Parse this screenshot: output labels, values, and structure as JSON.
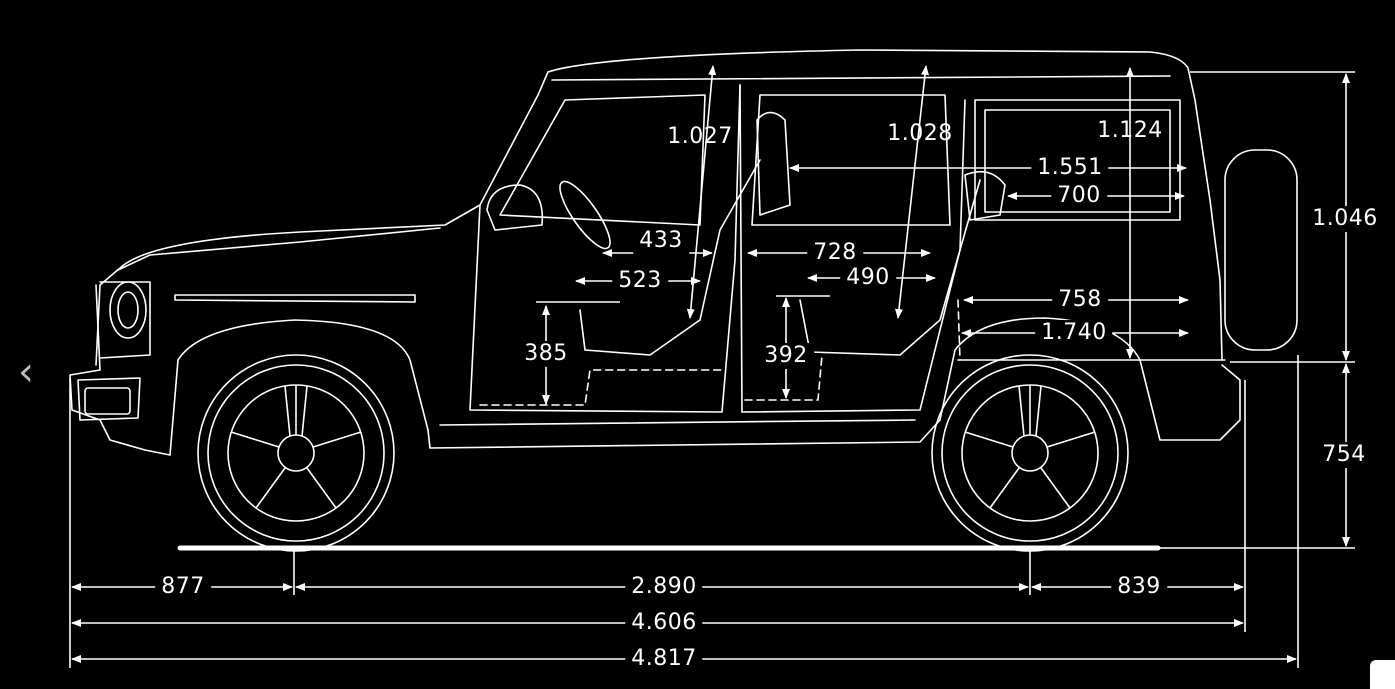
{
  "navigation": {
    "prev_glyph": "‹"
  },
  "dimensions": {
    "front_overhang": "877",
    "wheelbase": "2.890",
    "rear_overhang": "839",
    "length_body": "4.606",
    "length_total": "4.817",
    "roof_height": "1.046",
    "floor_height": "754",
    "headroom_front": "1.027",
    "headroom_rear": "1.028",
    "headroom_cargo": "1.124",
    "cargo_length_upper": "1.551",
    "cargo_length_window": "700",
    "front_seat_depth": "433",
    "front_seat_cushion": "523",
    "rear_seat_depth": "728",
    "rear_seat_cushion": "490",
    "cargo_floor_length": "758",
    "cargo_length_max": "1.740",
    "front_seat_height": "385",
    "rear_seat_height": "392"
  },
  "colors": {
    "background": "#000000",
    "line": "#ffffff"
  }
}
